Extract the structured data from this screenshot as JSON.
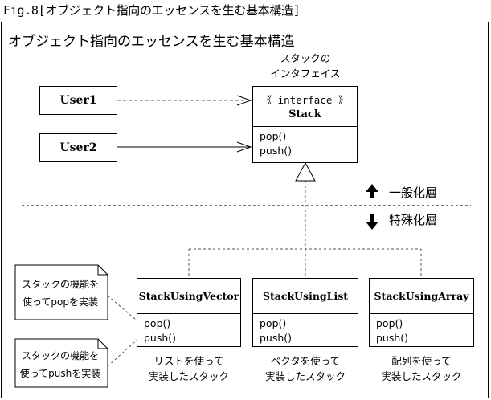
{
  "fig_caption": "Fig.8[オブジェクト指向のエッセンスを生む基本構造]",
  "frame_title": "オブジェクト指向のエッセンスを生む基本構造",
  "users": [
    {
      "label": "User1"
    },
    {
      "label": "User2"
    }
  ],
  "interface": {
    "caption_line1": "スタックの",
    "caption_line2": "インタフェイス",
    "stereotype": "《 interface 》",
    "name": "Stack",
    "operations": [
      "pop()",
      "push()"
    ]
  },
  "layers": {
    "upper_label": "一般化層",
    "lower_label": "特殊化層"
  },
  "implementations": [
    {
      "name": "StackUsingVector",
      "operations": [
        "pop()",
        "push()"
      ],
      "caption_line1": "リストを使って",
      "caption_line2": "実装したスタック"
    },
    {
      "name": "StackUsingList",
      "operations": [
        "pop()",
        "push()"
      ],
      "caption_line1": "ベクタを使って",
      "caption_line2": "実装したスタック"
    },
    {
      "name": "StackUsingArray",
      "operations": [
        "pop()",
        "push()"
      ],
      "caption_line1": "配列を使って",
      "caption_line2": "実装したスタック"
    }
  ],
  "notes": [
    {
      "line1": "スタックの機能を",
      "line2": "使ってpopを実装"
    },
    {
      "line1": "スタックの機能を",
      "line2": "使ってpushを実装"
    }
  ]
}
